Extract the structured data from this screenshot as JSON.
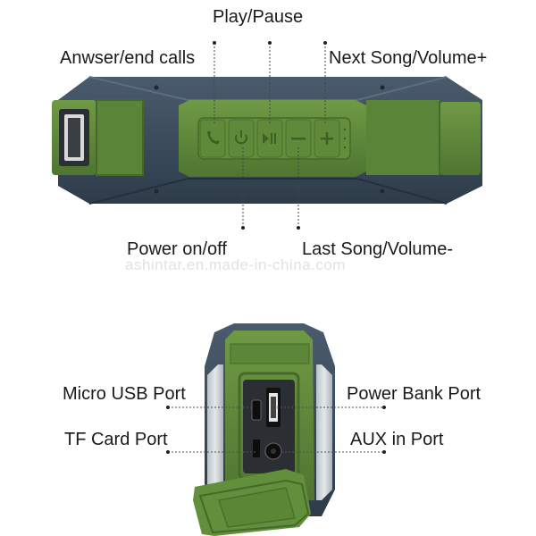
{
  "top_view": {
    "labels": {
      "play_pause": "Play/Pause",
      "answer_end_calls": "Anwser/end calls",
      "next_song_volume_up": "Next Song/Volume+",
      "power_on_off": "Power on/off",
      "last_song_volume_down": "Last Song/Volume-"
    },
    "buttons": [
      "phone-icon",
      "power-icon",
      "play-pause-icon",
      "minus-icon",
      "plus-icon"
    ]
  },
  "watermark": "ashintar.en.made-in-china.com",
  "side_view": {
    "labels": {
      "micro_usb_port": "Micro USB Port",
      "tf_card_port": "TF Card Port",
      "power_bank_port": "Power Bank Port",
      "aux_in_port": "AUX in Port"
    }
  },
  "colors": {
    "body_green": "#5e8a3a",
    "body_green_dark": "#4a6f2c",
    "shell_navy": "#3e4f60",
    "shell_navy_dark": "#2f3d4b",
    "leader_line": "#333333"
  }
}
